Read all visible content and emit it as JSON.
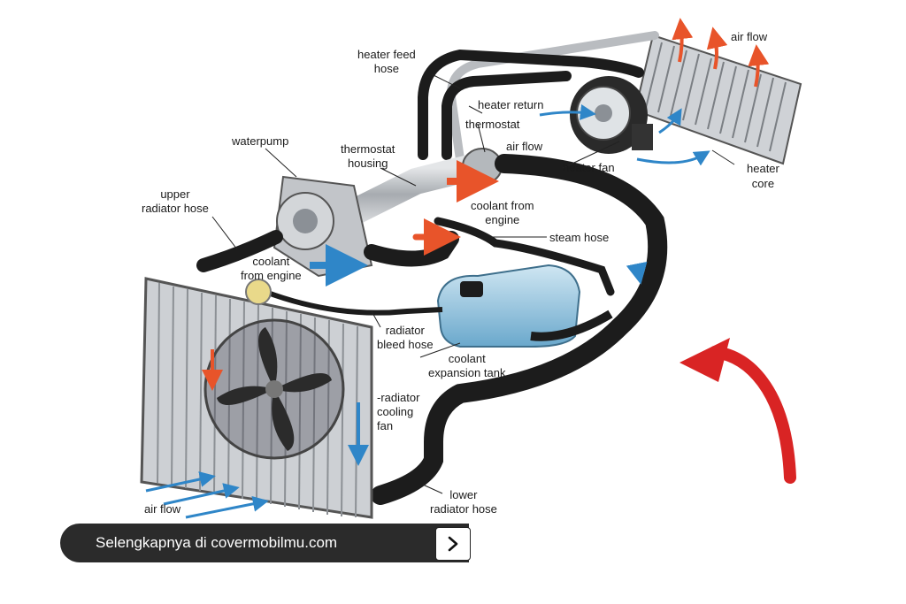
{
  "labels": {
    "air_flow_top": "air flow",
    "heater_feed_hose": "heater feed\nhose",
    "heater_return": "heater return",
    "thermostat": "thermostat",
    "air_flow_mid": "air flow",
    "heater_fan": "heater fan",
    "heater_core": "heater\ncore",
    "waterpump": "waterpump",
    "thermostat_housing": "thermostat\nhousing",
    "upper_radiator_hose": "upper\nradiator hose",
    "coolant_from_engine_right": "coolant from\nengine",
    "steam_hose": "steam hose",
    "coolant_from_engine_left": "coolant\nfrom engine",
    "radiator_bleed_hose": "radiator\nbleed hose",
    "coolant_expansion_tank": "coolant\nexpansion tank",
    "radiator_cooling_fan": "-radiator\ncooling\nfan",
    "air_flow_bottom": "air flow",
    "lower_radiator_hose": "lower\nradiator hose"
  },
  "banner": {
    "text": "Selengkapnya di covermobilmu.com",
    "button_icon": "chevron-right-icon"
  },
  "colors": {
    "hose": "#1c1c1c",
    "hot_arrow": "#e8542a",
    "cool_arrow": "#2f86c8",
    "annotation_arrow": "#d92424",
    "banner_bg": "#2b2b2b",
    "tank": "#8fc3de"
  }
}
